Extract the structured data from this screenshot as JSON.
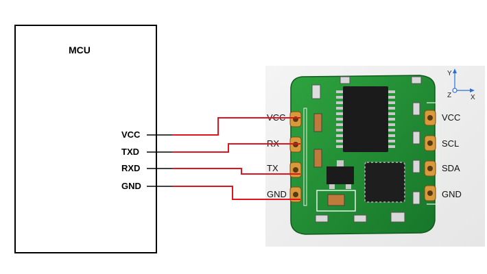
{
  "mcu": {
    "title": "MCU",
    "pins": [
      "VCC",
      "TXD",
      "RXD",
      "GND"
    ]
  },
  "module": {
    "left_pins": [
      "VCC",
      "RX",
      "TX",
      "GND"
    ],
    "right_pins": [
      "VCC",
      "SCL",
      "SDA",
      "GND"
    ],
    "axes": {
      "y": "Y",
      "z": "Z",
      "x": "X"
    }
  },
  "colors": {
    "wire": "#e0141e",
    "pcb": "#1f8a2e",
    "pcb_dark": "#156b22",
    "chip": "#1b1b1b",
    "axis": "#2a6fd6"
  }
}
